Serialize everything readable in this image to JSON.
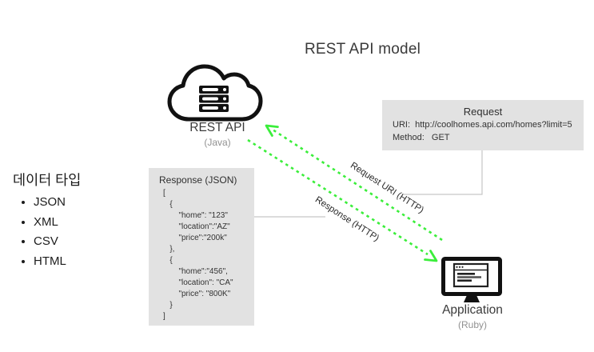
{
  "title": "REST API model",
  "colors": {
    "arrow_green": "#3bee3b",
    "box_bg": "#e2e2e2",
    "connector_gray": "#c6c6c6",
    "muted_gray": "#919191"
  },
  "rest_api_node": {
    "label": "REST API",
    "sublabel": "(Java)"
  },
  "application_node": {
    "label": "Application",
    "sublabel": "(Ruby)"
  },
  "request_box": {
    "title": "Request",
    "uri_line": "URI:  http://coolhomes.api.com/homes?limit=5",
    "method_line": "Method:   GET"
  },
  "response_box": {
    "title": "Response (JSON)",
    "body": "[\n   {\n       \"home\": \"123\"\n       \"location\":\"AZ\"\n       \"price\":\"200k\"\n   },\n   {\n       \"home\":\"456\",\n       \"location\": \"CA\"\n       \"price\": \"800K\"\n   }\n]"
  },
  "arrows": {
    "request_label": "Request URI (HTTP)",
    "response_label": "Response (HTTP)"
  },
  "datatypes": {
    "heading": "데이터 타입",
    "items": [
      "JSON",
      "XML",
      "CSV",
      "HTML"
    ]
  }
}
